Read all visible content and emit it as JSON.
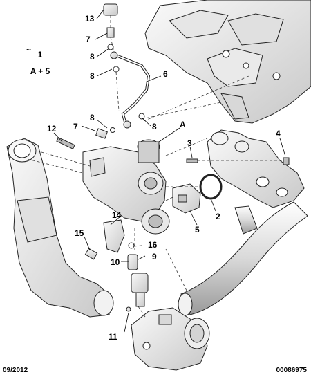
{
  "group": {
    "number": "1",
    "subtitle": "A + 5"
  },
  "callouts": {
    "c13": "13",
    "c7a": "7",
    "c8a": "8",
    "c8b": "8",
    "c6": "6",
    "c8c": "8",
    "c7b": "7",
    "c8d": "8",
    "cA": "A",
    "c12": "12",
    "c3": "3",
    "c4": "4",
    "c2": "2",
    "c14": "14",
    "c5": "5",
    "c15": "15",
    "c16": "16",
    "c10": "10",
    "c9": "9",
    "c11": "11"
  },
  "footer": {
    "date": "09/2012",
    "reference": "00086975"
  }
}
